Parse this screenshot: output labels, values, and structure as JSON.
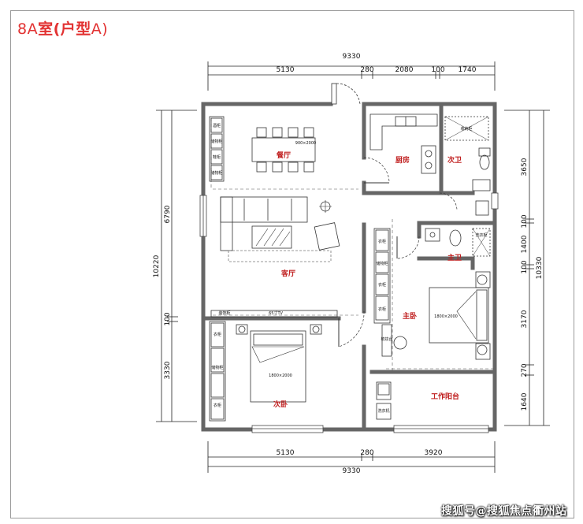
{
  "title": {
    "prefix": "8A",
    "room": "室(户型",
    "suffix": "A)"
  },
  "colors": {
    "title": "#e23232",
    "wall": "#7a7a7a",
    "line": "#333333",
    "room_label": "#c02020"
  },
  "dimensions": {
    "top_total": "9330",
    "top_segments": [
      "5130",
      "280",
      "2080",
      "100",
      "1740"
    ],
    "bottom_segments": [
      "5130",
      "280",
      "3920"
    ],
    "bottom_total": "9330",
    "left_total": "10220",
    "left_segments": [
      "6790",
      "100",
      "3330"
    ],
    "right_total": "10330",
    "right_segments": [
      "3650",
      "100",
      "1400",
      "100",
      "3170",
      "270",
      "1640"
    ]
  },
  "rooms": {
    "dining": "餐厅",
    "kitchen": "厨房",
    "second_bath": "次卫",
    "master_bath": "主卫",
    "living": "客厅",
    "master_bedroom": "主卧",
    "second_bedroom": "次卧",
    "work_balcony": "工作阳台"
  },
  "furniture": {
    "dining_table": "900×2000",
    "tv": "65寸TV",
    "tv_cabinet": "装饰柜",
    "master_bed": "1800×2000",
    "second_bed": "1800×2000",
    "wardrobe": "衣柜",
    "storage": "储物柜",
    "wine_cabinet": "酒柜",
    "shoe_cabinet": "鞋柜",
    "washer": "洗衣机",
    "vanity": "梳妆台",
    "shelf_a": "收纳柜",
    "shelf_b": "洗衣柜"
  },
  "watermark": "搜狐号@搜狐焦点衢州站"
}
